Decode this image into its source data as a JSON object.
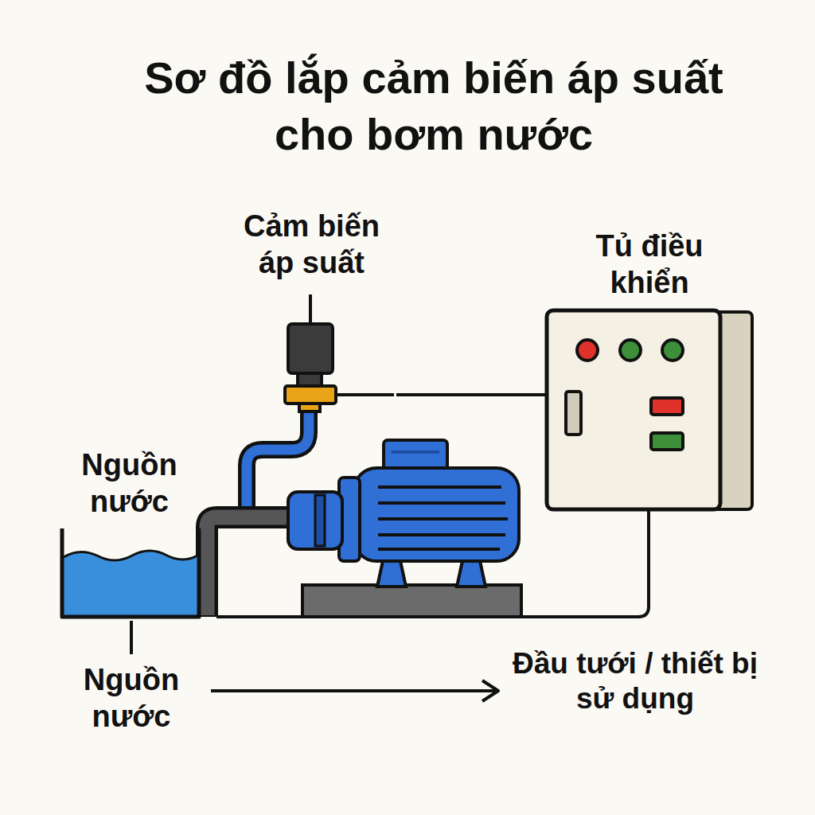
{
  "diagram": {
    "title": "Sơ đồ lắp cảm biến áp suất cho bơm nước",
    "nodes": [
      {
        "text": [
          "Cảm biến áp suất"
        ]
      },
      {
        "text": [
          "Tủ điều khiển"
        ]
      },
      {
        "text": [
          "Nguồn nước"
        ]
      }
    ],
    "edges": [
      {
        "from": 0,
        "to": 1,
        "arrow": "none"
      }
    ],
    "labels": [
      "Nguồn nước",
      "Đầu tưới / thiết bị sử dụng"
    ]
  }
}
